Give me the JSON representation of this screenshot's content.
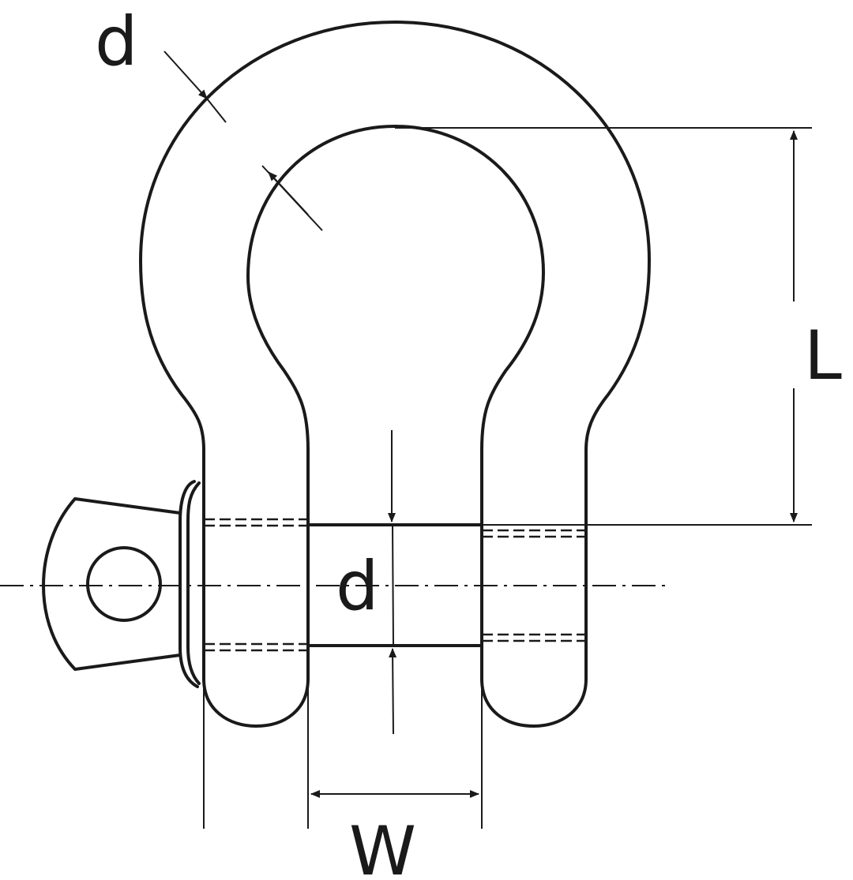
{
  "labels": {
    "diameter_top": "d",
    "diameter_pin": "d",
    "length": "L",
    "width": "W"
  },
  "colors": {
    "stroke": "#1a1a1a",
    "background": "#ffffff"
  }
}
